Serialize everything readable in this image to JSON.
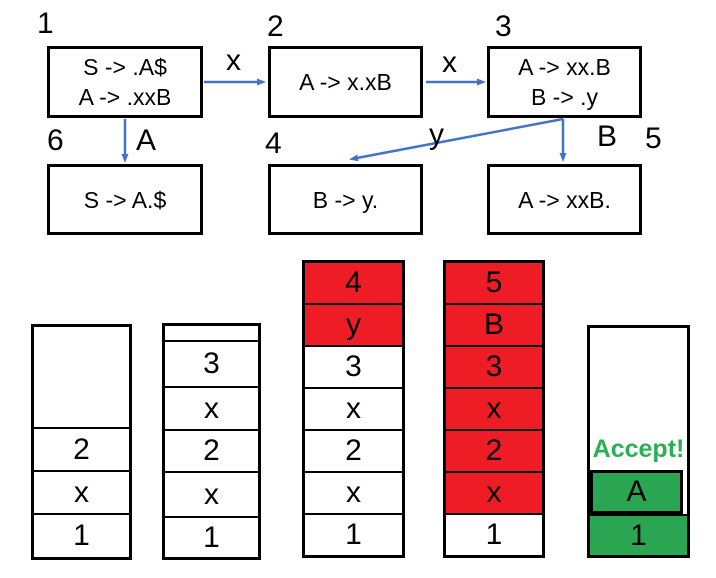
{
  "colors": {
    "red": "#ee1c25",
    "green": "#2aa652",
    "accept_text": "#2cae55",
    "arrow": "#4472c4",
    "border": "#000000"
  },
  "automaton": {
    "states": [
      {
        "label": "1",
        "productions": [
          "S -> .A$",
          "A -> .xxB"
        ]
      },
      {
        "label": "2",
        "productions": [
          "A -> x.xB"
        ]
      },
      {
        "label": "3",
        "productions": [
          "A -> xx.B",
          "B -> .y"
        ]
      },
      {
        "label": "4",
        "productions": [
          "B -> y."
        ]
      },
      {
        "label": "5",
        "productions": [
          "A -> xxB."
        ]
      },
      {
        "label": "6",
        "productions": [
          "S -> A.$"
        ]
      }
    ],
    "edges": [
      {
        "from": "1",
        "to": "2",
        "symbol": "x"
      },
      {
        "from": "2",
        "to": "3",
        "symbol": "x"
      },
      {
        "from": "1",
        "to": "6",
        "symbol": "A"
      },
      {
        "from": "3",
        "to": "4",
        "symbol": "y"
      },
      {
        "from": "3",
        "to": "5",
        "symbol": "B"
      }
    ]
  },
  "stacks": [
    {
      "step": "1",
      "cells": [
        "",
        "2",
        "x",
        "1"
      ]
    },
    {
      "step": "2",
      "cells": [
        "",
        "3",
        "x",
        "2",
        "x",
        "1"
      ]
    },
    {
      "step": "3",
      "cells": [
        "4",
        "y",
        "3",
        "x",
        "2",
        "x",
        "1"
      ]
    },
    {
      "step": "4",
      "cells": [
        "5",
        "B",
        "3",
        "x",
        "2",
        "x",
        "1"
      ]
    },
    {
      "step": "5",
      "banner": "Accept!",
      "cells": [
        "A",
        "1"
      ]
    }
  ]
}
